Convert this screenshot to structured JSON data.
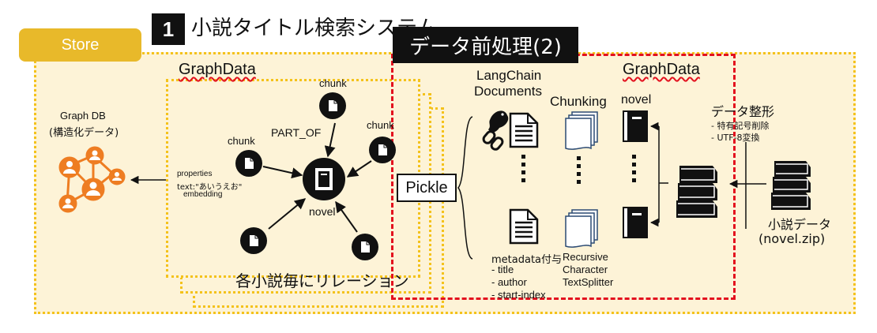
{
  "header": {
    "number": "1",
    "title": "小説タイトル検索システム"
  },
  "store": {
    "tab_label": "Store",
    "graph_db_label": "Graph DB",
    "graph_db_sub": "(構造化データ)"
  },
  "graph_panel": {
    "title": "GraphData",
    "properties_label": "properties",
    "text_label": "text:\"あいうえお\"",
    "embedding_label": "embedding",
    "chunk_labels": [
      "chunk",
      "chunk",
      "chunk"
    ],
    "relation_label": "PART_OF",
    "center_label": "novel",
    "footer": "各小説毎にリレーション"
  },
  "preprocess": {
    "title": "データ前処理(2)",
    "pickle_label": "Pickle",
    "langchain_title_1": "LangChain",
    "langchain_title_2": "Documents",
    "chunking_label": "Chunking",
    "graphdata_label": "GraphData",
    "novel_label": "novel",
    "metadata_title": "metadata付与",
    "metadata_items": [
      "- title",
      "- author",
      "- start-index"
    ],
    "splitter_lines": [
      "Recursive",
      "Character",
      "TextSplitter"
    ],
    "format_title": "データ整形",
    "format_items": [
      "- 特有記号削除",
      "- UTF-8変換"
    ],
    "source_label": "小説データ",
    "source_file": "(novel.zip)"
  },
  "colors": {
    "store_border": "#f4c21b",
    "store_fill": "#fdf3d7",
    "store_tab": "#e8b92a",
    "preprocess_border": "#e3101e",
    "graph_db_icon": "#ee7d22",
    "ink": "#111111"
  }
}
